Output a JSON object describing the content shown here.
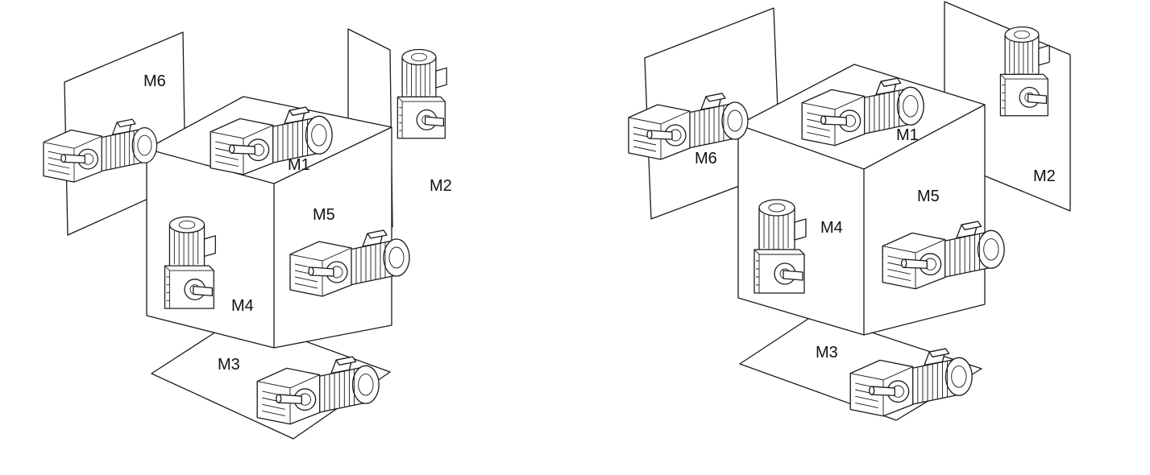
{
  "diagrams": [
    {
      "name": "left-assembly",
      "labels": {
        "m1": "M1",
        "m2": "M2",
        "m3": "M3",
        "m4": "M4",
        "m5": "M5",
        "m6": "M6"
      }
    },
    {
      "name": "right-assembly",
      "labels": {
        "m1": "M1",
        "m2": "M2",
        "m3": "M3",
        "m4": "M4",
        "m5": "M5",
        "m6": "M6"
      }
    }
  ]
}
